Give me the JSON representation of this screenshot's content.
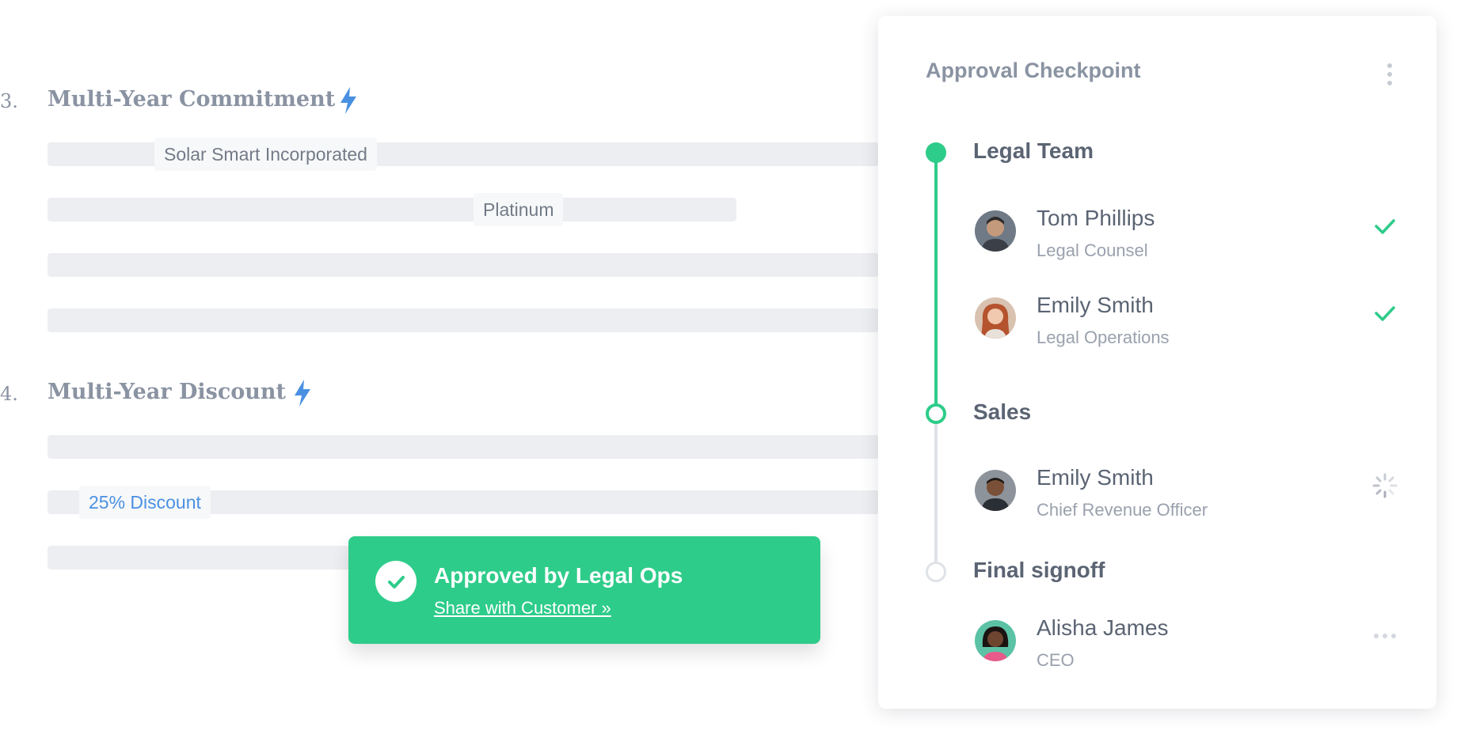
{
  "document": {
    "sections": [
      {
        "number": "3.",
        "title": "Multi-Year Commitment"
      },
      {
        "number": "4.",
        "title": "Multi-Year Discount"
      }
    ],
    "fields": {
      "company": "Solar Smart Incorporated",
      "tier": "Platinum",
      "discount": "25% Discount"
    }
  },
  "toast": {
    "title": "Approved by Legal Ops",
    "link": "Share with Customer »"
  },
  "panel": {
    "title": "Approval Checkpoint",
    "groups": [
      {
        "title": "Legal Team",
        "state": "complete",
        "people": [
          {
            "name": "Tom Phillips",
            "role": "Legal Counsel",
            "status": "approved"
          },
          {
            "name": "Emily Smith",
            "role": "Legal Operations",
            "status": "approved"
          }
        ]
      },
      {
        "title": "Sales",
        "state": "in-progress",
        "people": [
          {
            "name": "Emily Smith",
            "role": "Chief Revenue Officer",
            "status": "pending"
          }
        ]
      },
      {
        "title": "Final signoff",
        "state": "not-started",
        "people": [
          {
            "name": "Alisha James",
            "role": "CEO",
            "status": "waiting"
          }
        ]
      }
    ]
  },
  "colors": {
    "accent_green": "#2ecc8a",
    "accent_blue": "#4a90e2",
    "text_muted": "#8a93a2",
    "text_dark": "#5b6473",
    "bar_gray": "#eceef1"
  }
}
